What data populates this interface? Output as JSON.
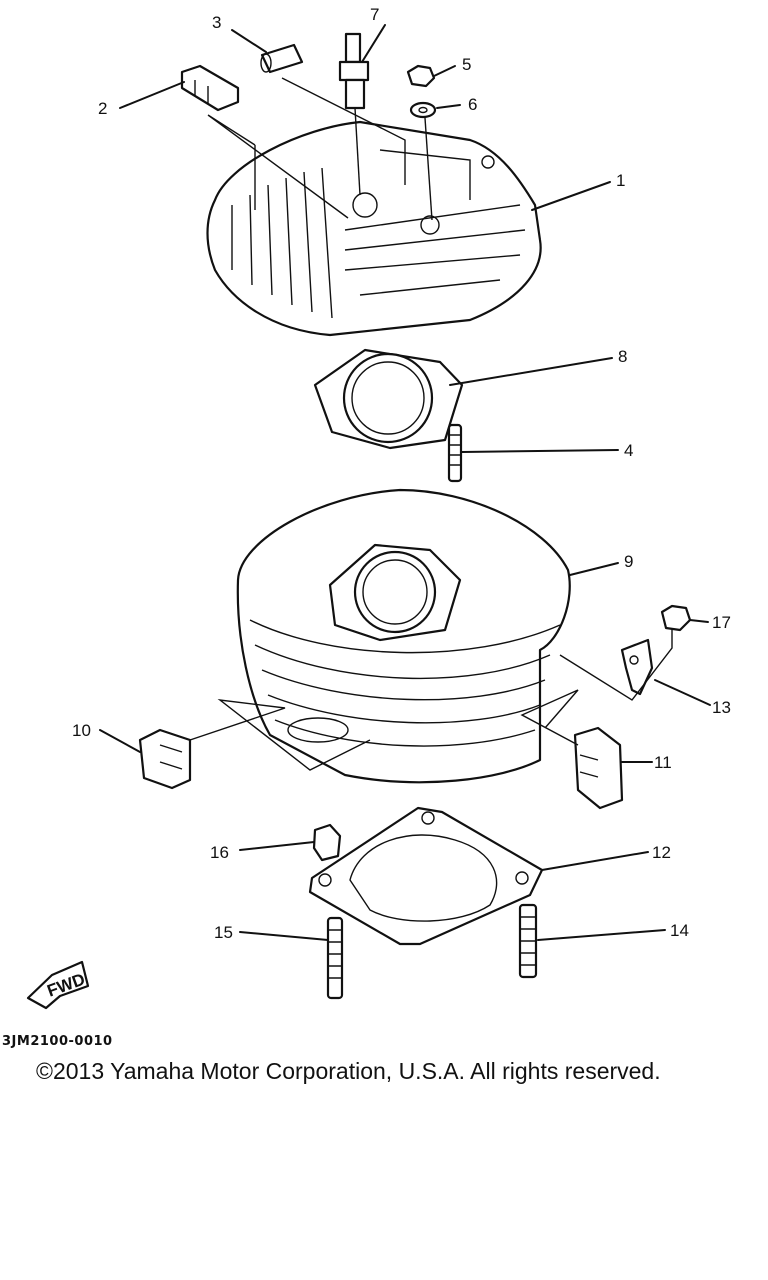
{
  "callouts": {
    "c1": "1",
    "c2": "2",
    "c3": "3",
    "c4": "4",
    "c5": "5",
    "c6": "6",
    "c7": "7",
    "c8": "8",
    "c9": "9",
    "c10": "10",
    "c11": "11",
    "c12": "12",
    "c13": "13",
    "c14": "14",
    "c15": "15",
    "c16": "16",
    "c17": "17"
  },
  "fwd_label": "FWD",
  "diagram_code": "3JM2100-0010",
  "copyright": "©2013 Yamaha Motor Corporation, U.S.A. All rights reserved."
}
